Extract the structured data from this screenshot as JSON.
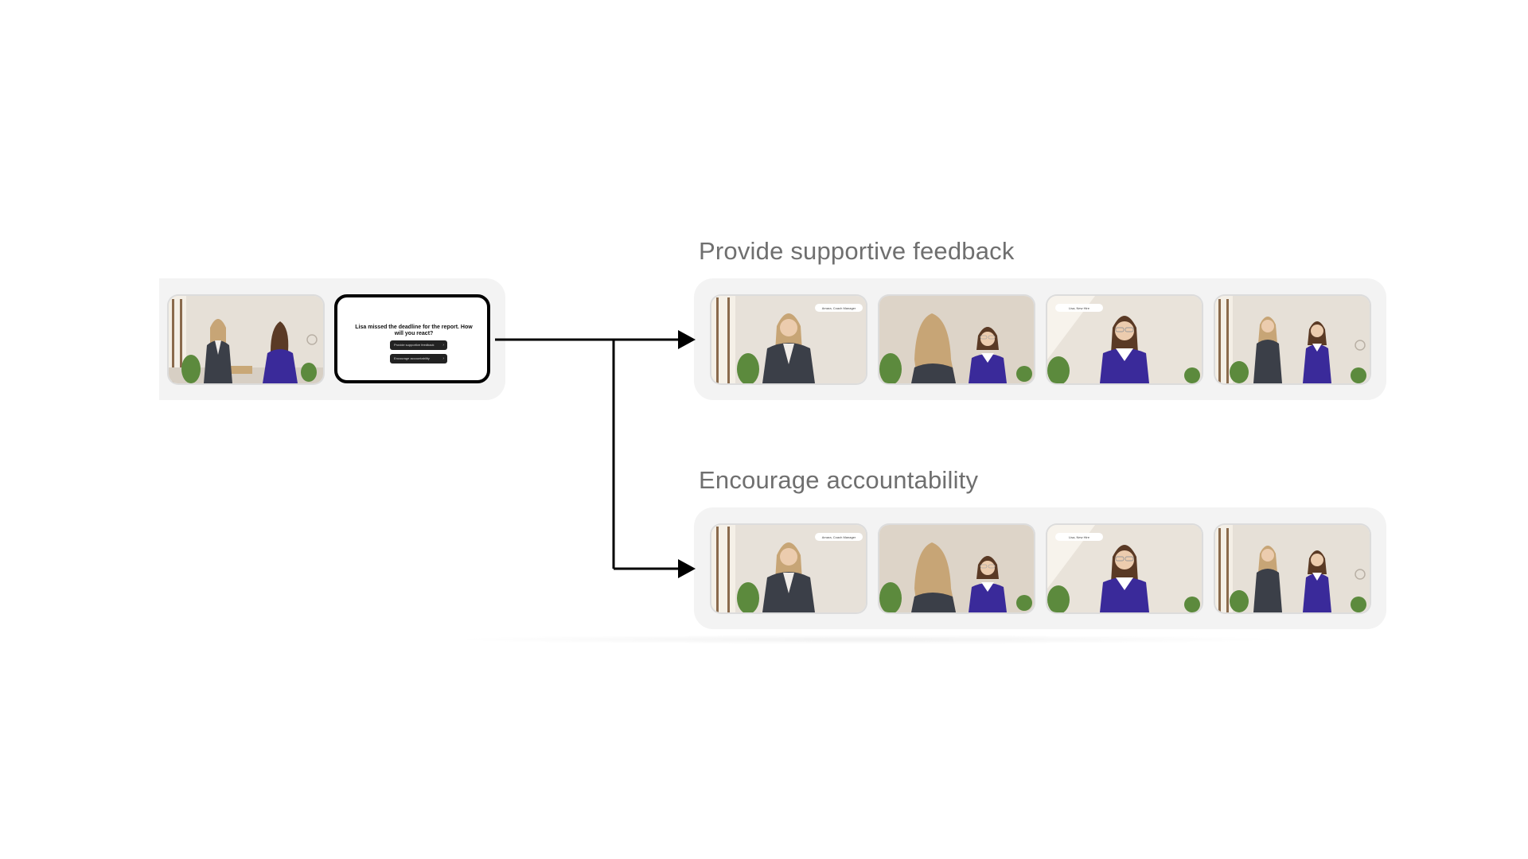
{
  "branches": [
    {
      "label": "Provide supportive feedback"
    },
    {
      "label": "Encourage accountability"
    }
  ],
  "question_card": {
    "question": "Lisa missed the deadline for the report. How will you react?",
    "options": [
      "Provide supportive feedback",
      "Encourage accountability"
    ]
  },
  "scene_tags": {
    "manager": "Amara, Coach Manager",
    "employee": "Lisa, New Hire"
  },
  "colors": {
    "panel": "#f3f3f3",
    "label": "#6f6f6f",
    "arrow": "#000000",
    "sweater": "#3a2a9a",
    "blazer": "#3b3f48",
    "wall": "#e7e1d9"
  }
}
